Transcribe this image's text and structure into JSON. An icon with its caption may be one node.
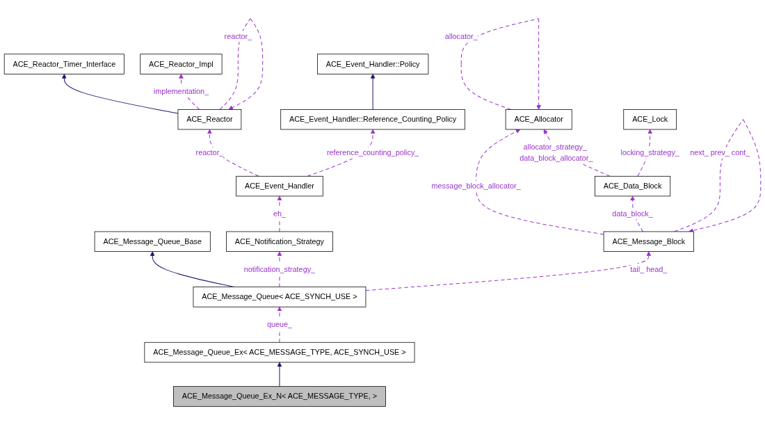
{
  "diagram": {
    "nodes": [
      {
        "text": [
          "ACE_Reactor_Timer_Interface"
        ]
      },
      {
        "text": [
          "ACE_Reactor_Impl"
        ]
      },
      {
        "text": [
          "ACE_Event_Handler::Policy"
        ]
      },
      {
        "text": [
          "ACE_Reactor"
        ]
      },
      {
        "text": [
          "ACE_Event_Handler::Reference_Counting_Policy"
        ]
      },
      {
        "text": [
          "ACE_Allocator"
        ]
      },
      {
        "text": [
          "ACE_Lock"
        ]
      },
      {
        "text": [
          "ACE_Event_Handler"
        ]
      },
      {
        "text": [
          "ACE_Data_Block"
        ]
      },
      {
        "text": [
          "ACE_Message_Queue_Base"
        ]
      },
      {
        "text": [
          "ACE_Notification_Strategy"
        ]
      },
      {
        "text": [
          "ACE_Message_Block"
        ]
      },
      {
        "text": [
          "ACE_Message_Queue< ACE_SYNCH_USE >"
        ]
      },
      {
        "text": [
          "ACE_Message_Queue_Ex< ACE_MESSAGE_TYPE, ACE_SYNCH_USE >"
        ]
      },
      {
        "text": [
          "ACE_Message_Queue_Ex_N< ACE_MESSAGE_TYPE, >"
        ]
      }
    ],
    "edges": [
      {
        "from": 3,
        "to": 0,
        "arrow": "to",
        "color": "#191970"
      },
      {
        "from": 3,
        "to": 1,
        "arrow": "to",
        "style": "dashed",
        "label": "implementation_"
      },
      {
        "from": 3,
        "to": 3,
        "arrow": "to",
        "style": "dashed",
        "label": "reactor_"
      },
      {
        "from": 4,
        "to": 2,
        "arrow": "to",
        "color": "#191970"
      },
      {
        "from": 5,
        "to": 5,
        "arrow": "to",
        "style": "dashed",
        "label": "allocator_"
      },
      {
        "from": 7,
        "to": 3,
        "arrow": "to",
        "style": "dashed",
        "label": "reactor_"
      },
      {
        "from": 7,
        "to": 4,
        "arrow": "to",
        "style": "dashed",
        "label": "reference_counting_policy_"
      },
      {
        "from": 8,
        "to": 5,
        "arrow": "to",
        "style": "dashed",
        "label": "allocator_strategy_ data_block_allocator_"
      },
      {
        "from": 8,
        "to": 6,
        "arrow": "to",
        "style": "dashed",
        "label": "locking_strategy_"
      },
      {
        "from": 10,
        "to": 7,
        "arrow": "to",
        "style": "dashed",
        "label": "eh_"
      },
      {
        "from": 11,
        "to": 5,
        "arrow": "to",
        "style": "dashed",
        "label": "message_block_allocator_"
      },
      {
        "from": 11,
        "to": 8,
        "arrow": "to",
        "style": "dashed",
        "label": "data_block_"
      },
      {
        "from": 11,
        "to": 11,
        "arrow": "to",
        "style": "dashed",
        "label": "next_ prev_ cont_"
      },
      {
        "from": 12,
        "to": 9,
        "arrow": "to",
        "color": "#191970"
      },
      {
        "from": 12,
        "to": 10,
        "arrow": "to",
        "style": "dashed",
        "label": "notification_strategy_"
      },
      {
        "from": 12,
        "to": 11,
        "arrow": "to",
        "style": "dashed",
        "label": "tail_ head_"
      },
      {
        "from": 13,
        "to": 12,
        "arrow": "to",
        "style": "dashed",
        "label": "queue_"
      },
      {
        "from": 14,
        "to": 13,
        "arrow": "to",
        "color": "#191970"
      }
    ]
  }
}
